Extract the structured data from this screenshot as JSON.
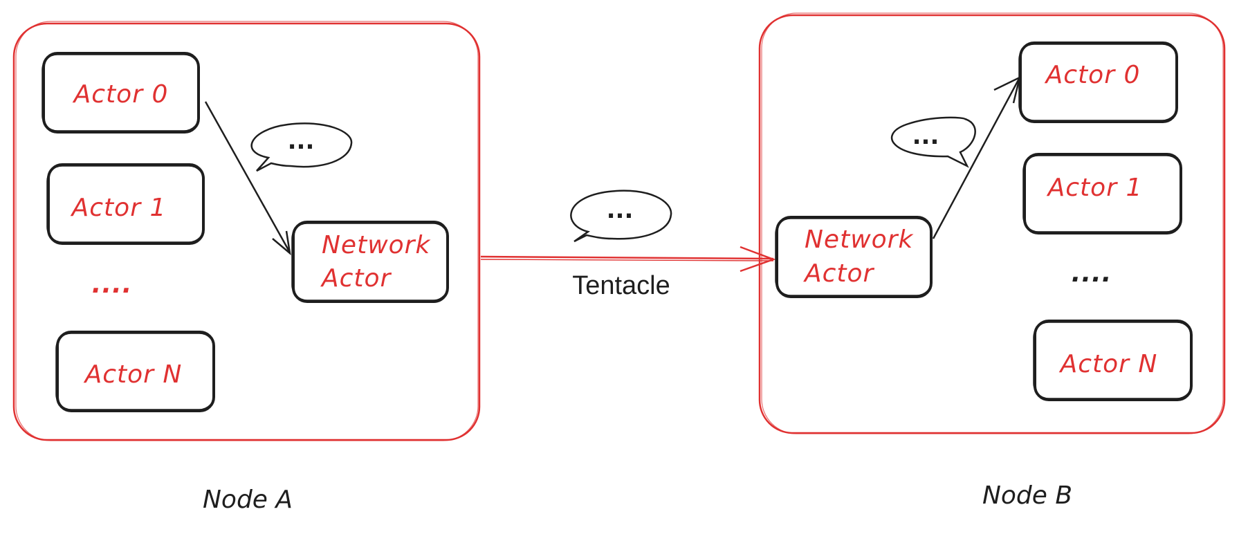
{
  "colors": {
    "accent": "#e03131",
    "stroke": "#1e1e1e",
    "background": "#ffffff"
  },
  "nodeA": {
    "label": "Node A",
    "actors": [
      "Actor 0",
      "Actor 1",
      "Actor N"
    ],
    "ellipsis": "....",
    "network_actor": [
      "Network",
      "Actor"
    ],
    "bubble_text": "..."
  },
  "nodeB": {
    "label": "Node B",
    "actors": [
      "Actor 0",
      "Actor 1",
      "Actor N"
    ],
    "ellipsis": "....",
    "network_actor": [
      "Network",
      "Actor"
    ],
    "bubble_text": "..."
  },
  "link": {
    "label": "Tentacle",
    "bubble_text": "..."
  }
}
